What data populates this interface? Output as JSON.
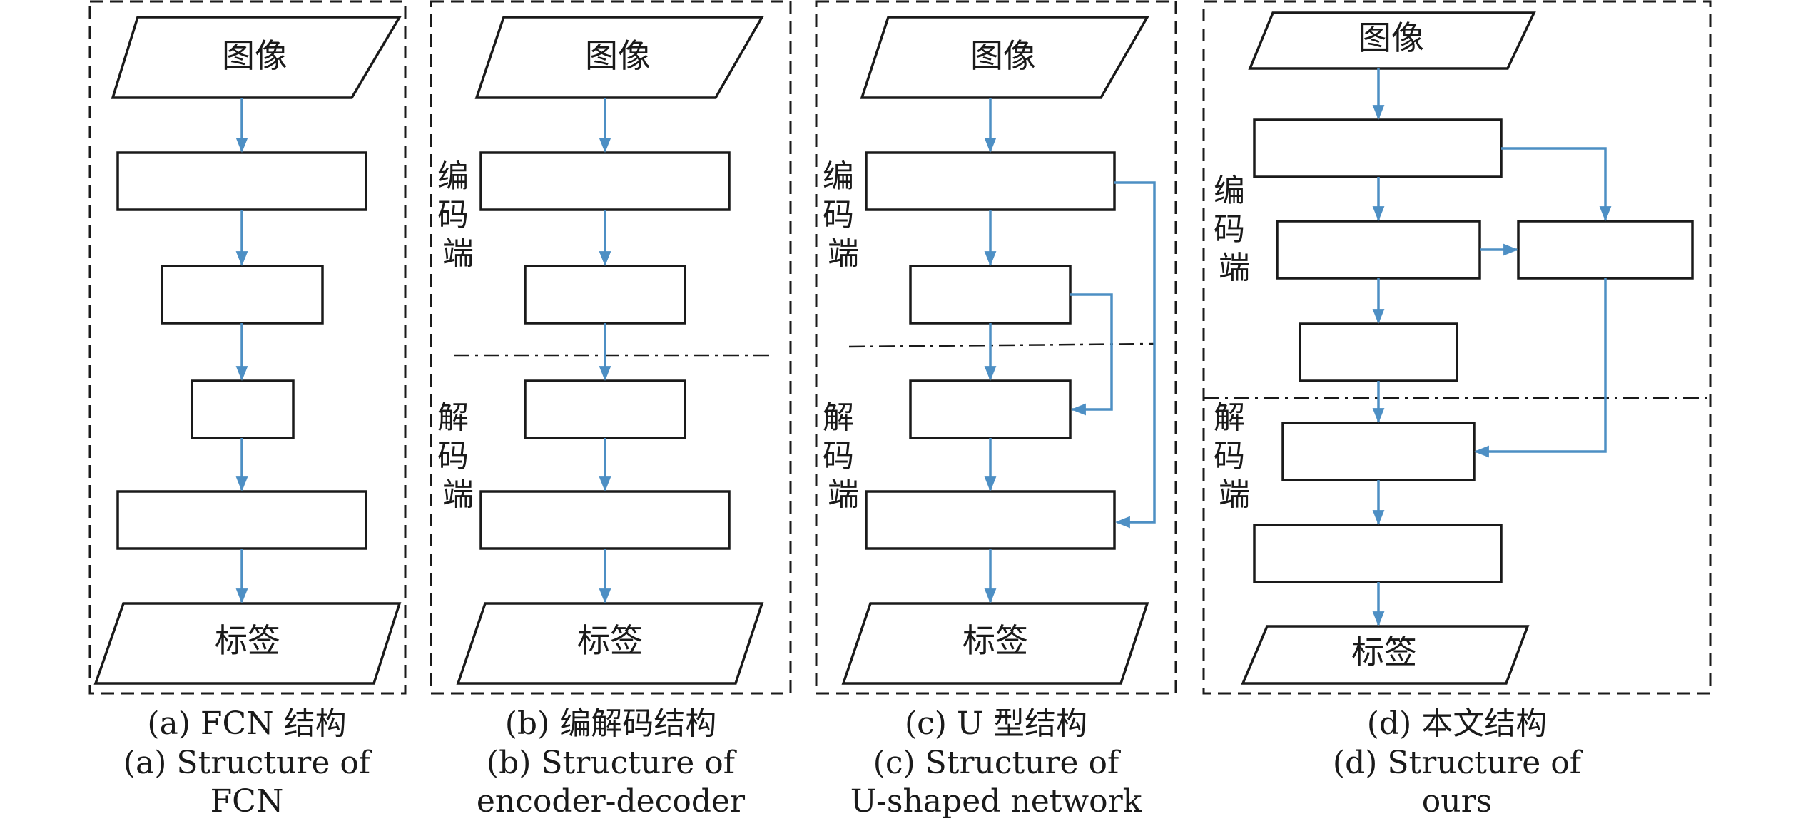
{
  "panels": [
    {
      "id": "a",
      "input_label": "图像",
      "output_label": "标签",
      "encoder_label": "",
      "decoder_label": "",
      "caption_zh": "(a) FCN 结构",
      "caption_en_line1": "(a) Structure of",
      "caption_en_line2": "FCN"
    },
    {
      "id": "b",
      "input_label": "图像",
      "output_label": "标签",
      "encoder_label": "编码端",
      "decoder_label": "解码端",
      "caption_zh": "(b) 编解码结构",
      "caption_en_line1": "(b) Structure of",
      "caption_en_line2": "encoder-decoder"
    },
    {
      "id": "c",
      "input_label": "图像",
      "output_label": "标签",
      "encoder_label": "编码端",
      "decoder_label": "解码端",
      "caption_zh": "(c) U 型结构",
      "caption_en_line1": "(c) Structure of",
      "caption_en_line2": "U-shaped network"
    },
    {
      "id": "d",
      "input_label": "图像",
      "output_label": "标签",
      "encoder_label": "编码端",
      "decoder_label": "解码端",
      "caption_zh": "(d) 本文结构",
      "caption_en_line1": "(d) Structure of",
      "caption_en_line2": "ours"
    }
  ],
  "colors": {
    "arrow": "#4d8fc4",
    "outline": "#1a1a1a"
  }
}
